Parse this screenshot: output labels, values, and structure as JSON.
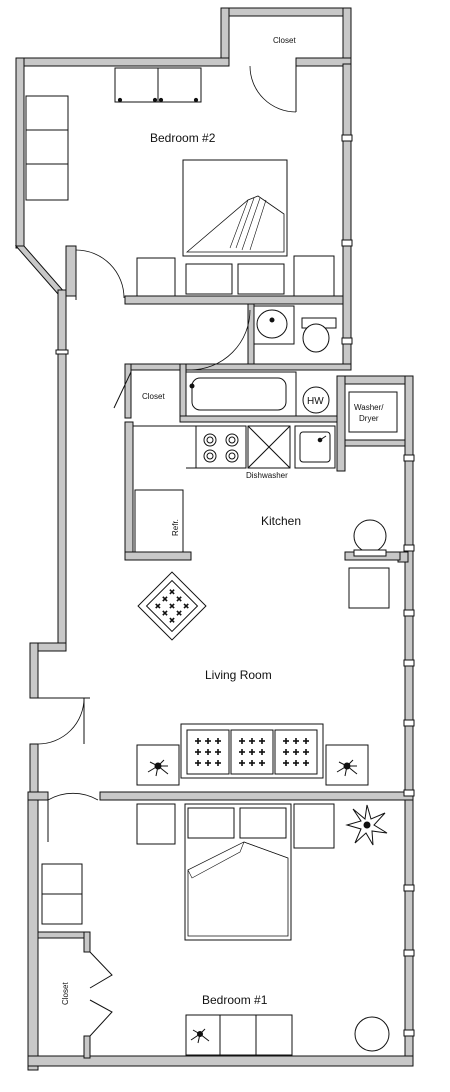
{
  "rooms": {
    "bedroom2": "Bedroom #2",
    "bedroom1": "Bedroom #1",
    "kitchen": "Kitchen",
    "living_room": "Living Room"
  },
  "fixtures": {
    "closet_top": "Closet",
    "closet_hall": "Closet",
    "closet_bedroom1": "Closet",
    "washer_dryer_line1": "Washer/",
    "washer_dryer_line2": "Dryer",
    "water_heater": "HW",
    "dishwasher": "Dishwasher",
    "refrigerator": "Refr."
  },
  "colors": {
    "wall_fill": "#c8c8c8",
    "wall_stroke": "#111111",
    "background": "#ffffff"
  }
}
